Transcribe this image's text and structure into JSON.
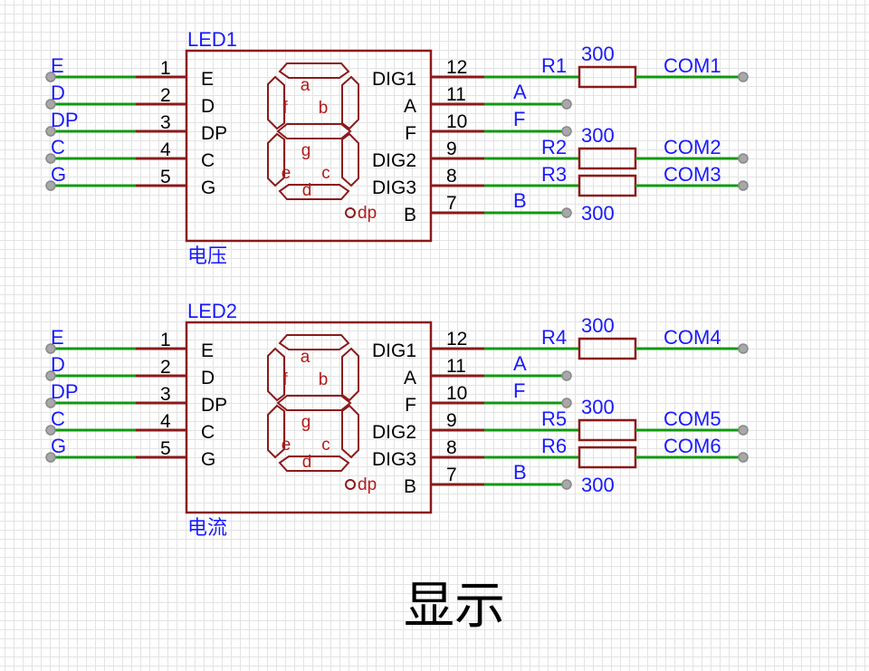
{
  "title": "显示",
  "leds": [
    {
      "id": "LED1",
      "caption": "电压",
      "left_nets": [
        "E",
        "D",
        "DP",
        "C",
        "G"
      ],
      "left_pins": [
        "1",
        "2",
        "3",
        "4",
        "5"
      ],
      "left_names": [
        "E",
        "D",
        "DP",
        "C",
        "G"
      ],
      "right_pins": [
        "12",
        "11",
        "10",
        "9",
        "8",
        "7"
      ],
      "right_names": [
        "DIG1",
        "A",
        "F",
        "DIG2",
        "DIG3",
        "B"
      ],
      "segments": [
        "a",
        "b",
        "f",
        "g",
        "e",
        "c",
        "d",
        "dp"
      ],
      "right_nets": {
        "a": "A",
        "f": "F",
        "b": "B"
      },
      "resistors": [
        {
          "ref": "R1",
          "value": "300",
          "net": "COM1"
        },
        {
          "ref": "R2",
          "value": "300",
          "net": "COM2"
        },
        {
          "ref": "R3",
          "value": "300",
          "net": "COM3"
        }
      ]
    },
    {
      "id": "LED2",
      "caption": "电流",
      "left_nets": [
        "E",
        "D",
        "DP",
        "C",
        "G"
      ],
      "left_pins": [
        "1",
        "2",
        "3",
        "4",
        "5"
      ],
      "left_names": [
        "E",
        "D",
        "DP",
        "C",
        "G"
      ],
      "right_pins": [
        "12",
        "11",
        "10",
        "9",
        "8",
        "7"
      ],
      "right_names": [
        "DIG1",
        "A",
        "F",
        "DIG2",
        "DIG3",
        "B"
      ],
      "segments": [
        "a",
        "b",
        "f",
        "g",
        "e",
        "c",
        "d",
        "dp"
      ],
      "right_nets": {
        "a": "A",
        "f": "F",
        "b": "B"
      },
      "resistors": [
        {
          "ref": "R4",
          "value": "300",
          "net": "COM4"
        },
        {
          "ref": "R5",
          "value": "300",
          "net": "COM5"
        },
        {
          "ref": "R6",
          "value": "300",
          "net": "COM6"
        }
      ]
    }
  ],
  "colors": {
    "wire_net": "#119911",
    "component": "#8b1a1a",
    "net_label": "#1a1aff",
    "grid": "#e3e3e3"
  }
}
